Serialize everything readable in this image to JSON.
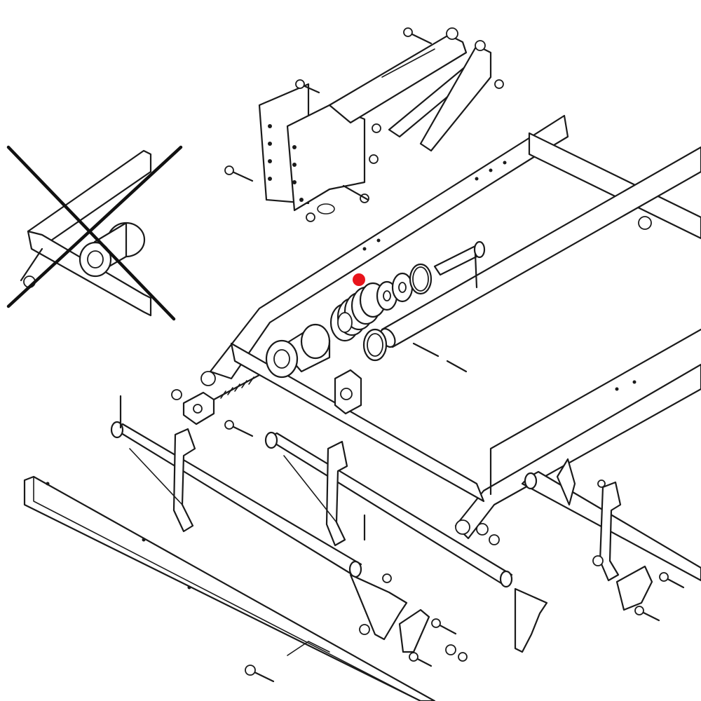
{
  "diagram": {
    "kind": "exploded-parts-drawing",
    "highlight_color": "#e8141b",
    "line_color": "#1a1a1a",
    "background": "#ffffff",
    "crossed_out_detail": "discontinued-bracket-with-bushing",
    "highlighted_part": "compression-spring"
  }
}
